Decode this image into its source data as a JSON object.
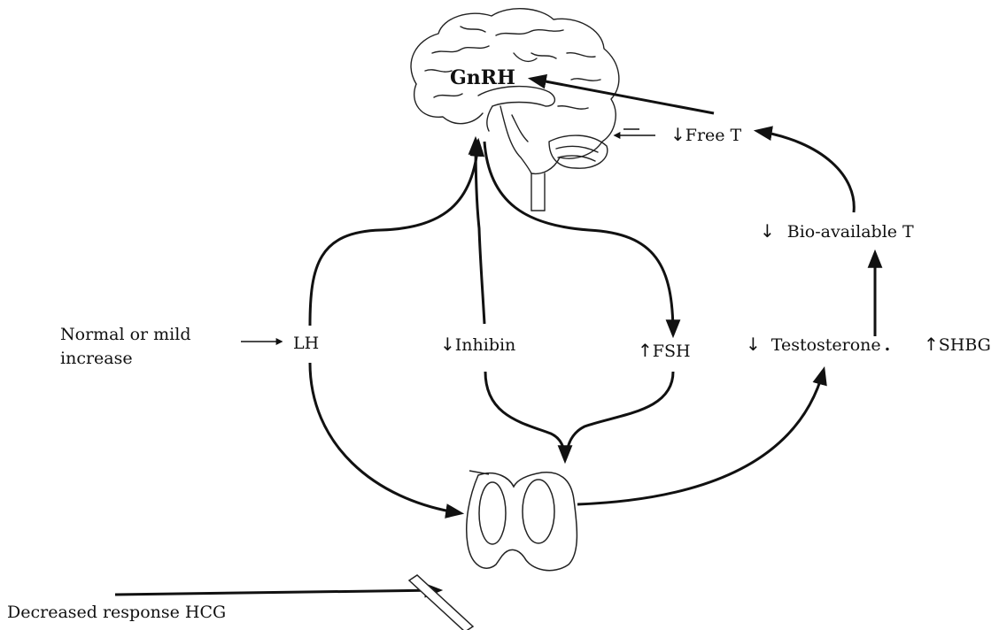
{
  "labels": {
    "gnrh": "GnRH",
    "free_t": "Free T",
    "bioavailable_t": "Bio-available T",
    "lh": "LH",
    "inhibin": "Inhibin",
    "fsh": "FSH",
    "testosterone": "Testosterone",
    "shbg": "SHBG",
    "normal_line1": "Normal or mild",
    "normal_line2": "increase",
    "decreased_hcg": "Decreased response HCG"
  },
  "symbols": {
    "down": "↓",
    "up": "↑",
    "dot": "."
  },
  "colors": {
    "ink": "#111111",
    "sketch": "#222222",
    "background": "#ffffff"
  },
  "icons": [
    "brain-icon",
    "testis-icon",
    "blocking-bar-icon"
  ]
}
